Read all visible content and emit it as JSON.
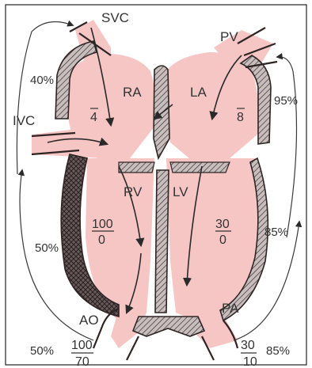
{
  "labels": {
    "svc": "SVC",
    "ivc": "IVC",
    "pv": "PV",
    "ra": "RA",
    "la": "LA",
    "rv": "RV",
    "lv": "LV",
    "ao": "AO",
    "pa": "PA"
  },
  "pressures": {
    "ra": "4",
    "la": "8",
    "rv": {
      "systolic": "100",
      "diastolic": "0"
    },
    "lv": {
      "systolic": "30",
      "diastolic": "0"
    },
    "ao": {
      "systolic": "100",
      "diastolic": "70"
    },
    "pa": {
      "systolic": "30",
      "diastolic": "10"
    }
  },
  "saturations": {
    "svc_ivc": "40%",
    "pv": "95%",
    "rv_outflow": "50%",
    "lv_outflow": "85%",
    "ao": "50%",
    "pa": "85%"
  },
  "colors": {
    "blood": "#f6c6c4",
    "wall": "#b9aeae",
    "wall_dark": "#5a4c4c",
    "line": "#2a2a2a"
  }
}
